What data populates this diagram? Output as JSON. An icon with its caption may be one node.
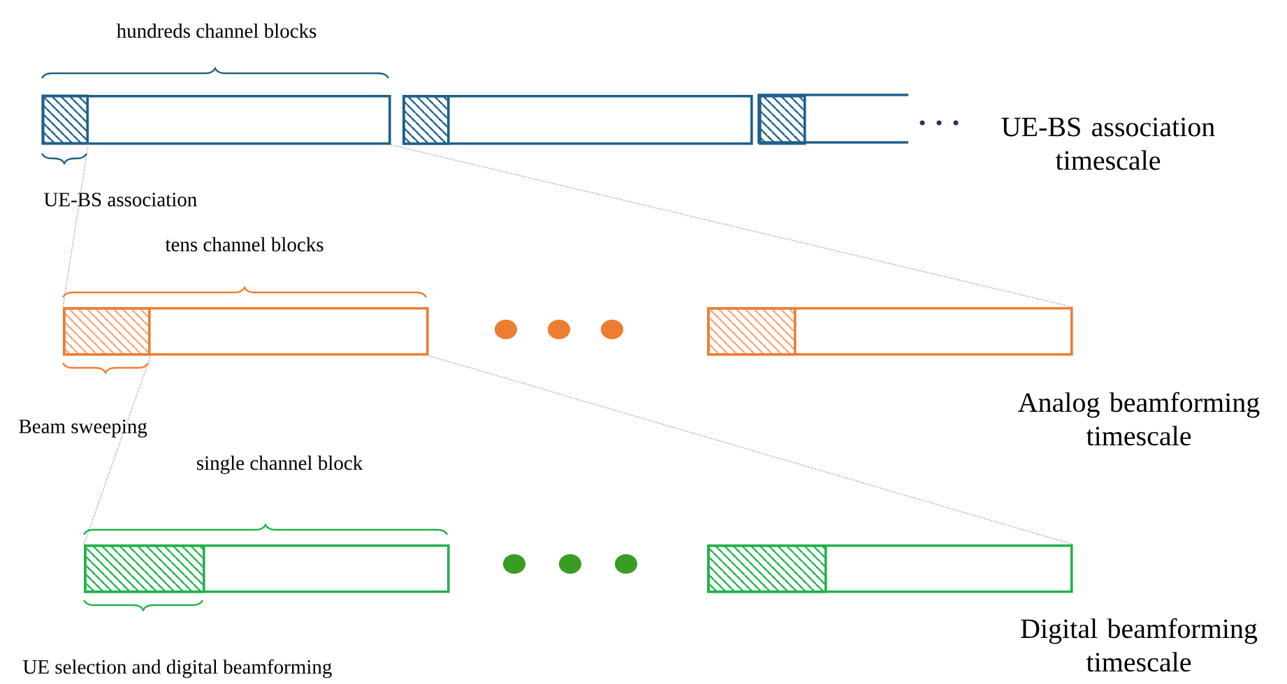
{
  "diagram": {
    "nodes": [
      {
        "text": [],
        "shape": "bar"
      },
      {
        "text": [],
        "shape": "box",
        "in": 0
      },
      {
        "text": [],
        "shape": "bar"
      },
      {
        "text": [],
        "shape": "box",
        "in": 2
      },
      {
        "text": [],
        "shape": "bar"
      },
      {
        "text": [],
        "shape": "box",
        "in": 4
      },
      {
        "text": [],
        "shape": "bar"
      },
      {
        "text": [],
        "shape": "box",
        "in": 6
      },
      {
        "text": [],
        "shape": "bar"
      },
      {
        "text": [],
        "shape": "box",
        "in": 8
      },
      {
        "text": [],
        "shape": "bar"
      },
      {
        "text": [],
        "shape": "box",
        "in": 10
      },
      {
        "text": [],
        "shape": "bar"
      },
      {
        "text": [],
        "shape": "box",
        "in": 12
      }
    ],
    "edges": [
      {
        "from": 1,
        "to": 6,
        "arrow": "none",
        "style": "dashed"
      },
      {
        "from": 0,
        "to": 8,
        "arrow": "none",
        "style": "dashed"
      },
      {
        "from": 7,
        "to": 10,
        "arrow": "none",
        "style": "dashed"
      },
      {
        "from": 6,
        "to": 12,
        "arrow": "none",
        "style": "dashed"
      }
    ],
    "labels": [
      "hundreds channel blocks",
      "UE-BS association timescale",
      "UE-BS association",
      "tens channel blocks",
      "Analog beamforming timescale",
      "Beam sweeping",
      "single channel block",
      "UE selection and digital beamforming",
      "Digital beamforming timescale"
    ]
  }
}
